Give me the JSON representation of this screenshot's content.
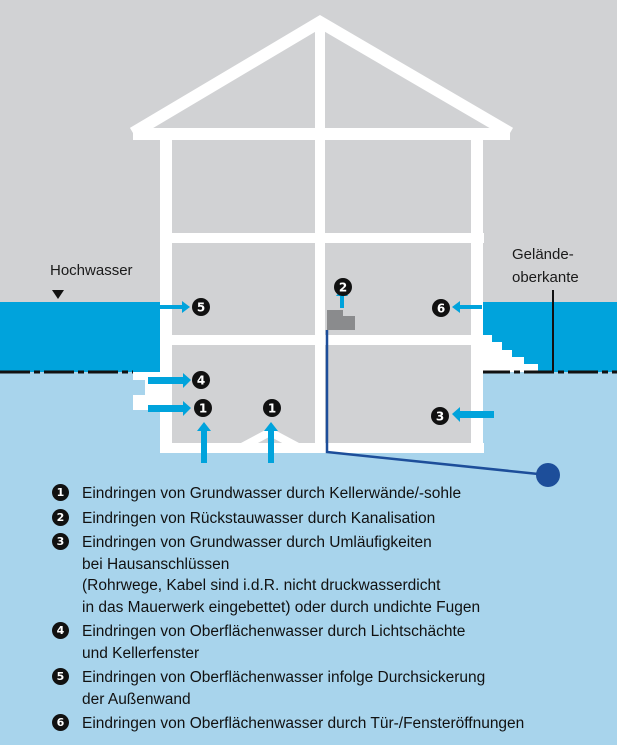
{
  "labels": {
    "hochwasser": "Hochwasser",
    "gelaende_line1": "Gelände-",
    "gelaende_line2": "oberkante"
  },
  "markers": {
    "m5": "5",
    "m2": "2",
    "m6": "6",
    "m4": "4",
    "m1a": "1",
    "m1b": "1",
    "m3": "3"
  },
  "legend": [
    {
      "num": "1",
      "lines": [
        "Eindringen von Grundwasser durch Kellerwände/-sohle"
      ]
    },
    {
      "num": "2",
      "lines": [
        "Eindringen von Rückstauwasser durch Kanalisation"
      ]
    },
    {
      "num": "3",
      "lines": [
        "Eindringen von Grundwasser durch Umläufigkeiten",
        "bei Hausanschlüssen",
        "(Rohrwege, Kabel sind i.d.R. nicht druckwasserdicht",
        "in das Mauerwerk eingebettet) oder durch undichte Fugen"
      ]
    },
    {
      "num": "4",
      "lines": [
        "Eindringen von Oberflächenwasser durch Lichtschächte",
        "und Kellerfenster"
      ]
    },
    {
      "num": "5",
      "lines": [
        "Eindringen von Oberflächenwasser infolge Durchsickerung",
        "der Außenwand"
      ]
    },
    {
      "num": "6",
      "lines": [
        "Eindringen von Oberflächenwasser durch Tür-/Fensteröffnungen"
      ]
    }
  ],
  "colors": {
    "sky": "#d1d2d4",
    "groundwater": "#a8d4ec",
    "floodwater": "#00a3dc",
    "house_fill": "#d1d2d4",
    "frame": "#ffffff",
    "pipe": "#1d4e9a",
    "marker": "#111111"
  }
}
